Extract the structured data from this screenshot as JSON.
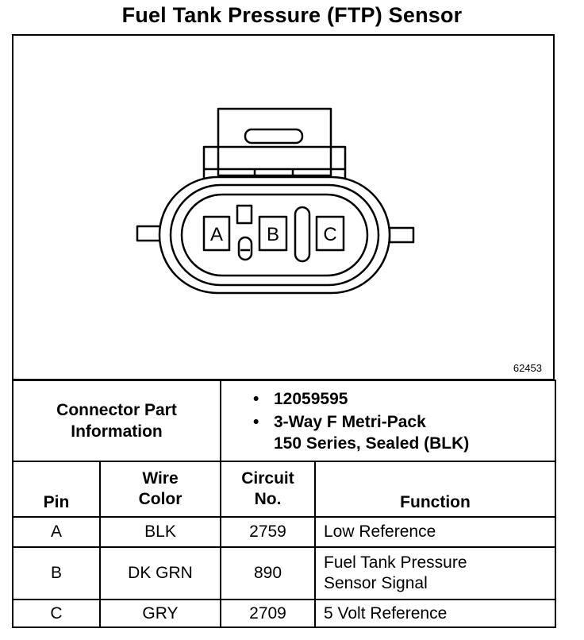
{
  "title": "Fuel Tank Pressure (FTP) Sensor",
  "figure_id": "62453",
  "connector": {
    "pin_labels": [
      "A",
      "B",
      "C"
    ]
  },
  "connector_info": {
    "label_line1": "Connector Part",
    "label_line2": "Information",
    "items": [
      "12059595",
      "3-Way F Metri-Pack",
      "150 Series, Sealed (BLK)"
    ]
  },
  "table": {
    "headers": {
      "pin": "Pin",
      "wire_color_line1": "Wire",
      "wire_color_line2": "Color",
      "circuit_line1": "Circuit",
      "circuit_line2": "No.",
      "function": "Function"
    },
    "rows": [
      {
        "pin": "A",
        "wire_color": "BLK",
        "circuit": "2759",
        "function": "Low Reference"
      },
      {
        "pin": "B",
        "wire_color": "DK GRN",
        "circuit": "890",
        "function_line1": "Fuel Tank Pressure",
        "function_line2": "Sensor Signal"
      },
      {
        "pin": "C",
        "wire_color": "GRY",
        "circuit": "2709",
        "function": "5 Volt Reference"
      }
    ]
  }
}
